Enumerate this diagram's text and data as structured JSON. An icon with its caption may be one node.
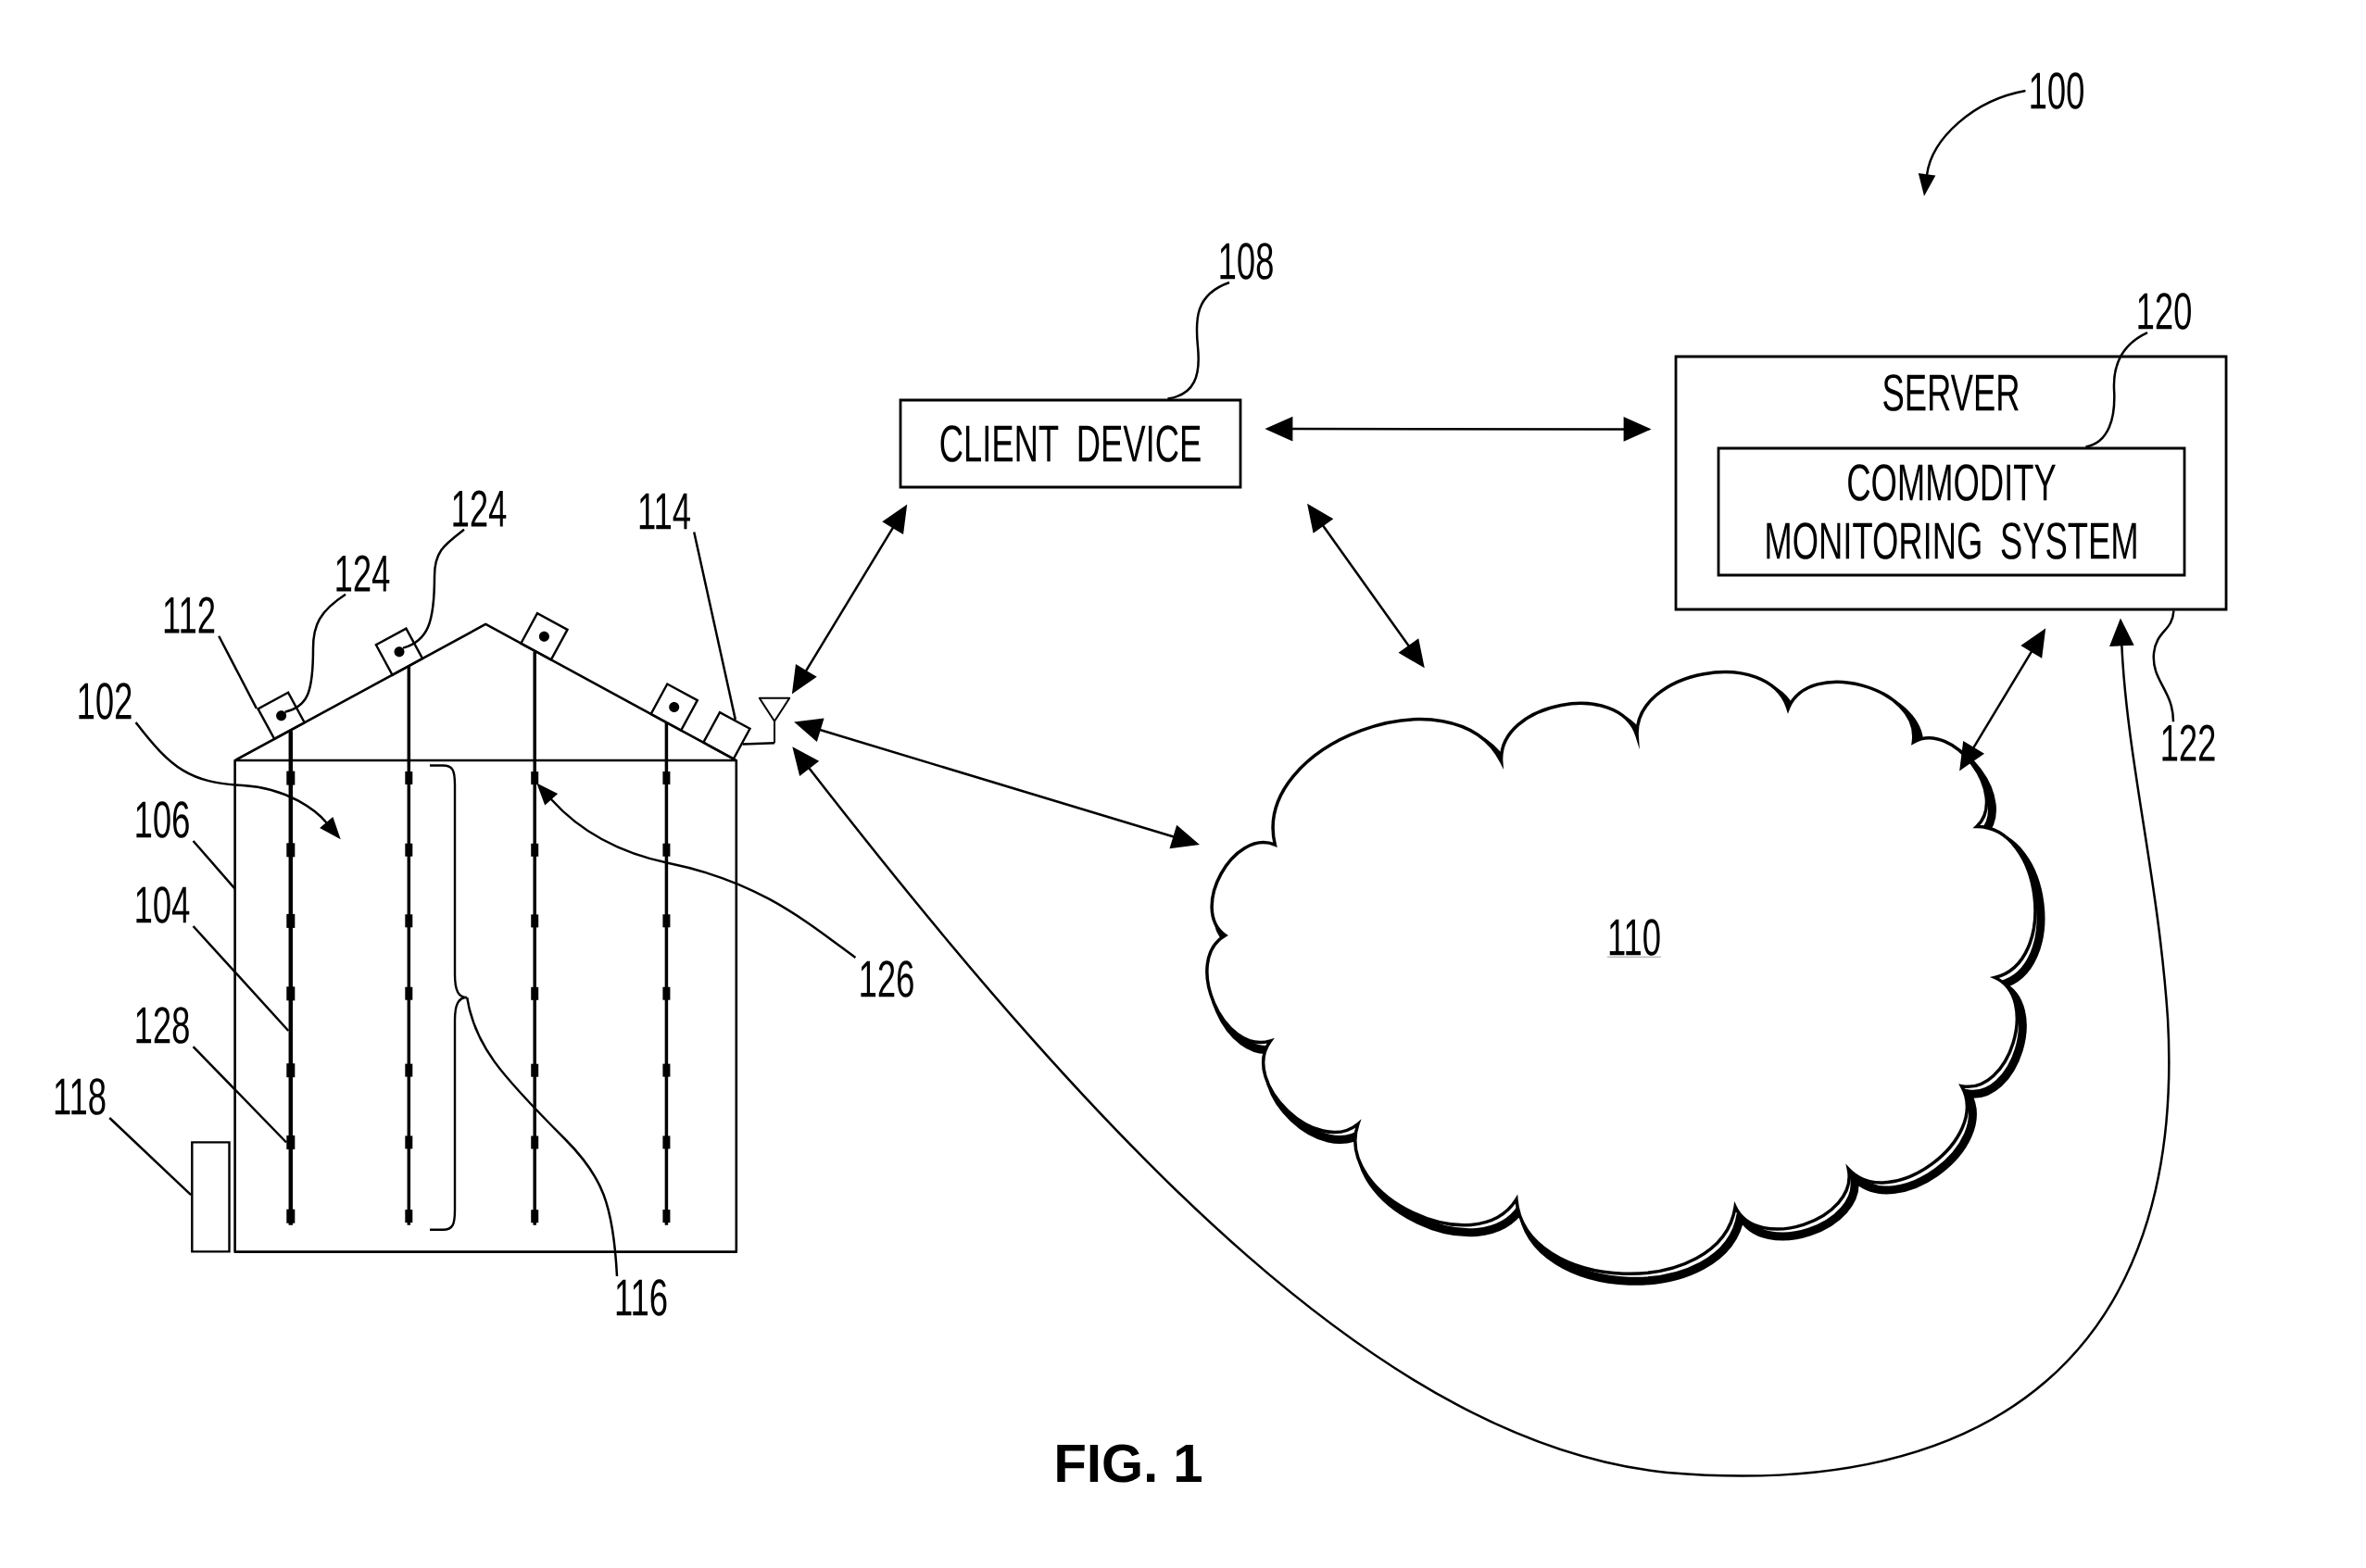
{
  "diagram": {
    "caption": "FIG. 1",
    "nodes": [
      {
        "text": [
          "100"
        ]
      },
      {
        "text": [
          "108"
        ]
      },
      {
        "text": [
          "CLIENT DEVICE"
        ]
      },
      {
        "text": [
          "SERVER"
        ]
      },
      {
        "text": [
          "COMMODITY MONITORING SYSTEM"
        ],
        "in": 3
      },
      {
        "text": [
          "120"
        ]
      },
      {
        "text": [
          "124"
        ]
      },
      {
        "text": [
          "114"
        ]
      },
      {
        "text": [
          "124"
        ]
      },
      {
        "text": [
          "112"
        ]
      },
      {
        "text": [
          "102"
        ]
      },
      {
        "text": [
          "122"
        ]
      },
      {
        "text": [
          "106"
        ]
      },
      {
        "text": [
          "104"
        ]
      },
      {
        "text": [
          "126"
        ]
      },
      {
        "text": [
          "110"
        ]
      },
      {
        "text": [
          "128"
        ]
      },
      {
        "text": [
          "118"
        ]
      },
      {
        "text": [
          "116"
        ]
      },
      {
        "text": [],
        "shape": "antenna"
      },
      {
        "text": [],
        "shape": "silo"
      },
      {
        "text": [],
        "shape": "box",
        "in": 20
      },
      {
        "text": [],
        "shape": "circle",
        "in": 21
      },
      {
        "text": [],
        "shape": "box",
        "in": 20
      },
      {
        "text": [],
        "shape": "circle",
        "in": 23
      },
      {
        "text": [],
        "shape": "box"
      },
      {
        "text": [],
        "shape": "cable",
        "in": 20
      },
      {
        "text": [],
        "shape": "bar",
        "in": 20
      },
      {
        "text": [],
        "shape": "cable",
        "in": 20
      },
      {
        "text": [],
        "shape": "bracket",
        "in": 20
      },
      {
        "text": [],
        "shape": "box"
      },
      {
        "text": [],
        "shape": "box",
        "in": 20
      },
      {
        "text": [],
        "shape": "circle",
        "in": 31
      },
      {
        "text": [],
        "shape": "box",
        "in": 20
      },
      {
        "text": [],
        "shape": "circle",
        "in": 33
      }
    ],
    "edges": [
      {
        "from": 0,
        "to": null,
        "arrow": "to"
      },
      {
        "from": 1,
        "to": 2,
        "arrow": "none"
      },
      {
        "from": 2,
        "to": 3,
        "arrow": "both"
      },
      {
        "from": 5,
        "to": 4,
        "arrow": "none"
      },
      {
        "from": 6,
        "to": 24,
        "arrow": "none"
      },
      {
        "from": 7,
        "to": 25,
        "arrow": "none"
      },
      {
        "from": 8,
        "to": 22,
        "arrow": "none"
      },
      {
        "from": 9,
        "to": 21,
        "arrow": "none"
      },
      {
        "from": 10,
        "to": 20,
        "arrow": "to"
      },
      {
        "from": 2,
        "to": 19,
        "arrow": "both"
      },
      {
        "from": 2,
        "to": 15,
        "arrow": "both"
      },
      {
        "from": 15,
        "to": 3,
        "arrow": "both"
      },
      {
        "from": 11,
        "to": 3,
        "arrow": "none"
      },
      {
        "from": 25,
        "to": 19,
        "arrow": "none"
      },
      {
        "from": 19,
        "to": 15,
        "arrow": "both"
      },
      {
        "from": 12,
        "to": 20,
        "arrow": "none"
      },
      {
        "from": 13,
        "to": 26,
        "arrow": "none"
      },
      {
        "from": 14,
        "to": 28,
        "arrow": "to"
      },
      {
        "from": 16,
        "to": 27,
        "arrow": "none"
      },
      {
        "from": 17,
        "to": 30,
        "arrow": "none"
      },
      {
        "from": 18,
        "to": 29,
        "arrow": "none"
      },
      {
        "from": 19,
        "to": 3,
        "arrow": "both"
      }
    ]
  }
}
